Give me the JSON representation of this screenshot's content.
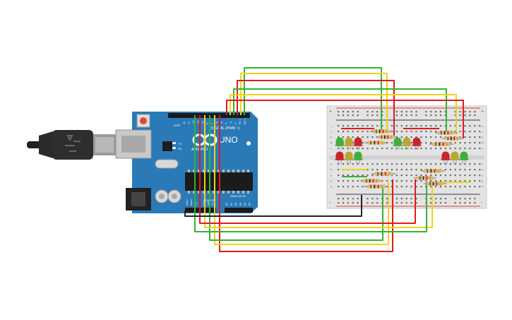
{
  "board": {
    "logo": "UNO",
    "brand": "ARDUINO",
    "digital_header": "DIGITAL (PWM ~)",
    "power_header": "POWER",
    "analog_header": "ANALOG IN",
    "tx_label": "TX",
    "rx_label": "RX",
    "aref_label": "AREF",
    "digital_pins": [
      "13",
      "12",
      "~11",
      "~10",
      "~9",
      "8",
      "7",
      "~6",
      "~5",
      "4",
      "~3",
      "2",
      "TX 1",
      "RX 0"
    ],
    "analog_pins": [
      "A0",
      "A1",
      "A2",
      "A3",
      "A4",
      "A5"
    ],
    "power_pins": [
      "IOREF",
      "RESET",
      "3.3V",
      "5V",
      "GND",
      "GND",
      "Vin"
    ]
  },
  "breadboard": {
    "row_letters_top": [
      "j",
      "i",
      "h",
      "g",
      "f"
    ],
    "row_letters_bottom": [
      "e",
      "d",
      "c",
      "b",
      "a"
    ],
    "plus_label": "+",
    "minus_label": "-"
  },
  "colors": {
    "board_blue": "#2a7ab8",
    "wire_red": "#e01b1b",
    "wire_yellow": "#f0d21a",
    "wire_green": "#34b233",
    "wire_black": "#222222",
    "led_red": "#c8252a",
    "led_yellow": "#b9a532",
    "led_green": "#3fae3a"
  },
  "leds": [
    {
      "color": "green"
    },
    {
      "color": "yellow"
    },
    {
      "color": "red"
    },
    {
      "color": "red"
    },
    {
      "color": "yellow"
    },
    {
      "color": "green"
    },
    {
      "color": "green"
    },
    {
      "color": "yellow"
    },
    {
      "color": "red"
    },
    {
      "color": "red"
    },
    {
      "color": "yellow"
    },
    {
      "color": "green"
    }
  ]
}
